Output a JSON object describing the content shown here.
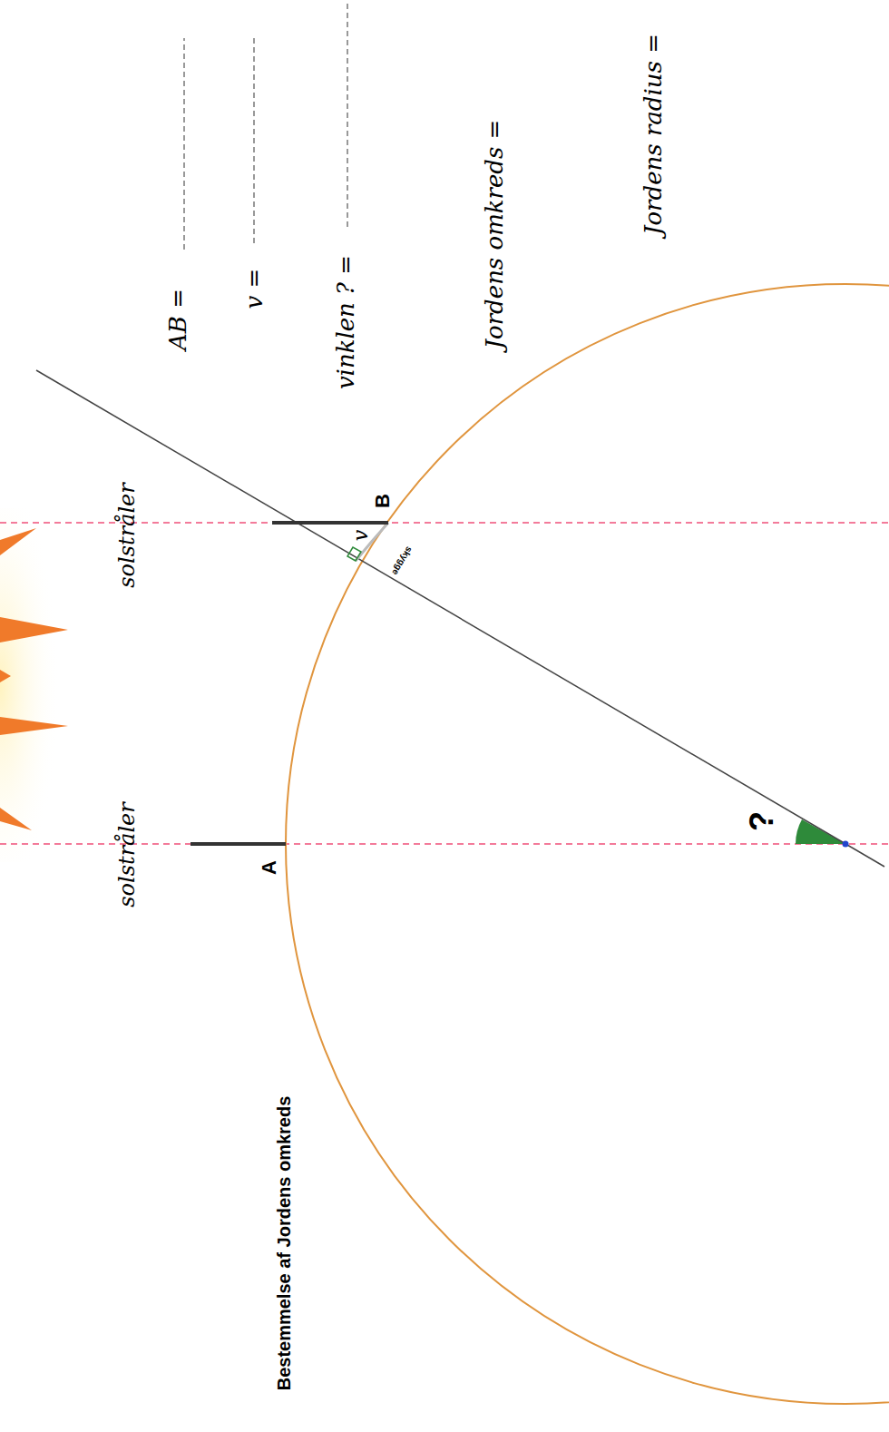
{
  "diagram": {
    "title": "Bestemmelse af Jordens omkreds",
    "labels": [
      "solstråler",
      "solstråler",
      "A",
      "B",
      "v",
      "skygge",
      "?",
      "AB =",
      "v =",
      "vinklen ? =",
      "Jordens omkreds =",
      "Jordens radius ="
    ]
  }
}
